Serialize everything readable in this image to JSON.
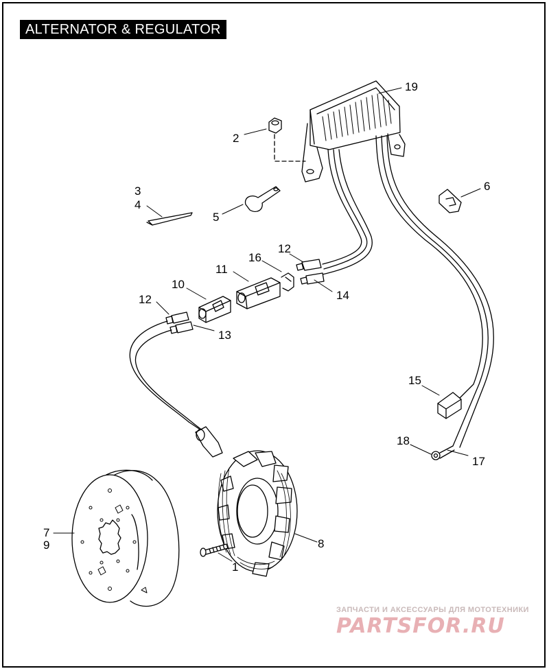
{
  "title": "ALTERNATOR & REGULATOR",
  "callouts": {
    "c1": "1",
    "c2": "2",
    "c3": "3",
    "c4": "4",
    "c5": "5",
    "c6": "6",
    "c7": "7",
    "c8": "8",
    "c9": "9",
    "c10": "10",
    "c11": "11",
    "c12a": "12",
    "c12b": "12",
    "c13": "13",
    "c14": "14",
    "c15": "15",
    "c16": "16",
    "c17": "17",
    "c18": "18",
    "c19": "19"
  },
  "watermark": {
    "tagline": "ЗАПЧАСТИ И АКСЕССУАРЫ ДЛЯ МОТОТЕХНИКИ",
    "brand": "PARTSFOR.RU"
  },
  "colors": {
    "line": "#000000",
    "watermark_brand": "#e8b0b4",
    "watermark_tagline": "#c9b9b9"
  }
}
